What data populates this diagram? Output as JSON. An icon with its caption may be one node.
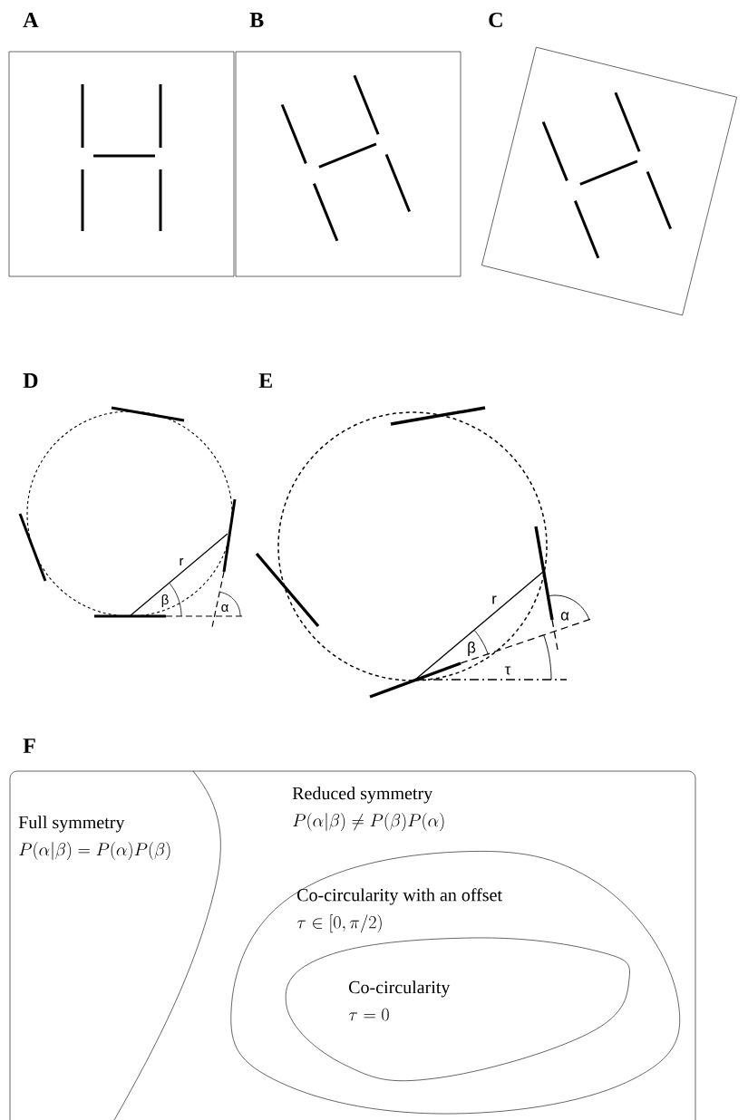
{
  "diagram": {
    "nodes": [
      {
        "text": [
          "A"
        ]
      },
      {
        "text": [
          "B"
        ]
      },
      {
        "text": [
          "C"
        ]
      },
      {
        "text": [
          "F"
        ]
      },
      {
        "text": [
          "Full symmetry",
          "P(\\alpha|\\beta) = P(\\alpha)P(\\beta)"
        ],
        "in": 3
      },
      {
        "text": [
          "Reduced symmetry",
          "P(\\alpha|\\beta) \\neq P(\\beta)P(\\alpha)"
        ],
        "in": 3
      },
      {
        "text": [
          "Co-circularity with an offset",
          "\\tau \\in [0,\\pi/2)"
        ],
        "in": 3
      },
      {
        "text": [
          "Co-circularity",
          "\\tau = 0"
        ],
        "in": 6
      }
    ],
    "labels": [
      "D",
      "E",
      "r",
      "β",
      "α",
      "r",
      "α",
      "β",
      "τ"
    ]
  }
}
